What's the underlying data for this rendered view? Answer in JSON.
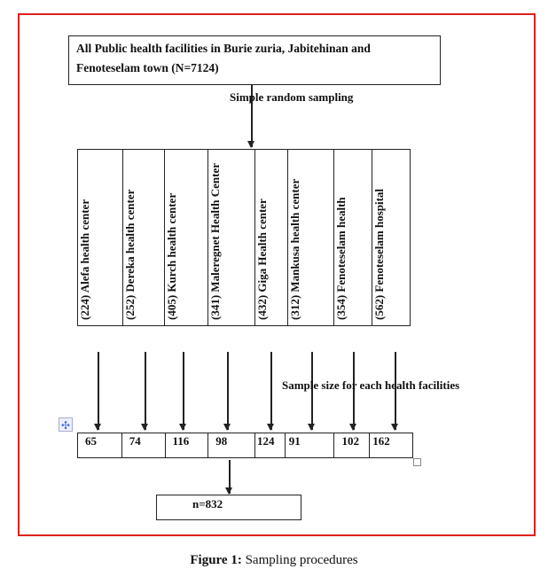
{
  "diagram": {
    "population": "All Public health facilities in Burie zuria, Jabitehinan and Fenoteselam town (N=7124)",
    "method": "Simple random sampling",
    "facilities": [
      {
        "label": "(224) Alefa health center",
        "sample": "65"
      },
      {
        "label": "(252) Dereka health center",
        "sample": "74"
      },
      {
        "label": "(405) Kurch health center",
        "sample": "116"
      },
      {
        "label": "(341) Maleregnet Health Center",
        "sample": "98"
      },
      {
        "label": "(432) Giga Health center",
        "sample": "124"
      },
      {
        "label": "(312) Mankusa health center",
        "sample": "91"
      },
      {
        "label": "(354) Fenoteselam health",
        "sample": "102"
      },
      {
        "label": "(562) Fenoteselam hospital",
        "sample": "162"
      }
    ],
    "sample_label": "Sample size for each health facilities",
    "total": "n=832"
  },
  "caption": {
    "prefix": "Figure 1:",
    "text": " Sampling procedures"
  },
  "colors": {
    "frame": "#e0201c"
  }
}
